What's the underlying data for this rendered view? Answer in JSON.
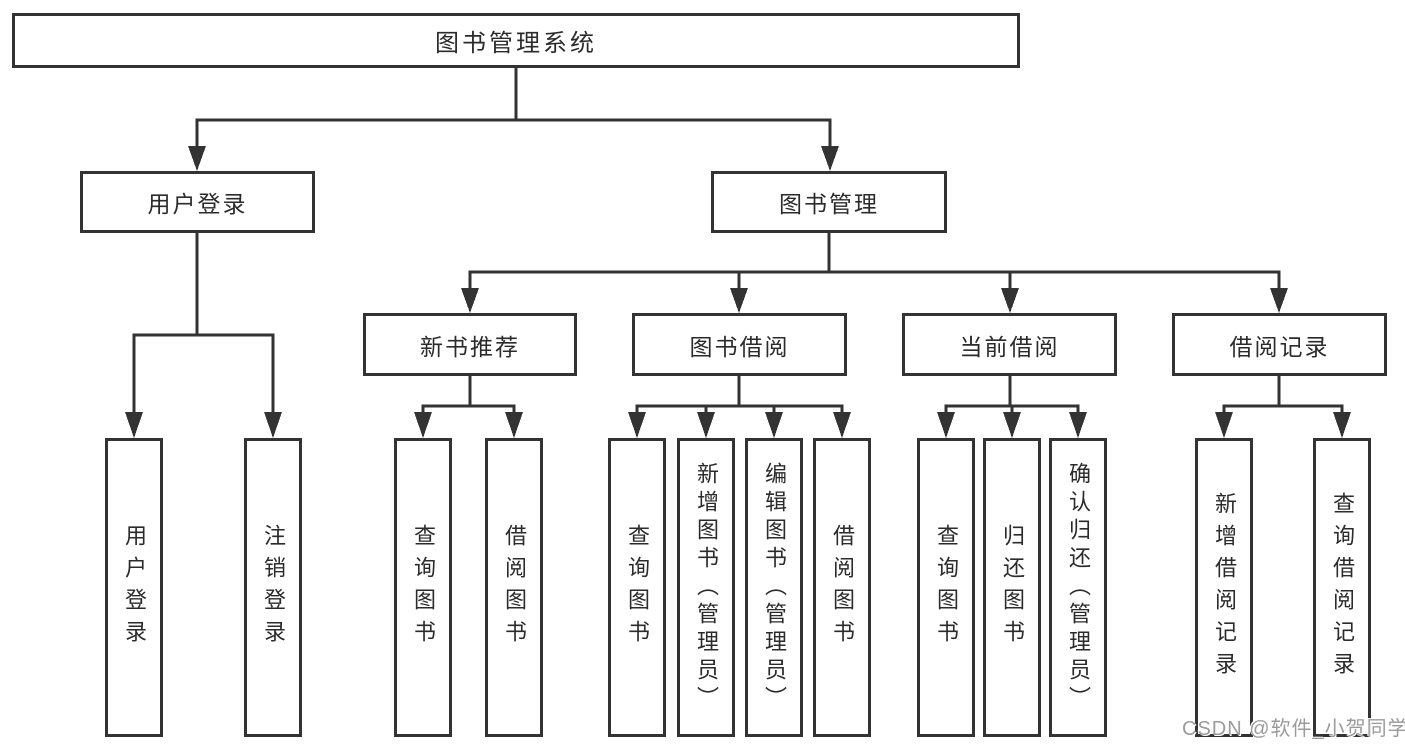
{
  "diagram": {
    "root": {
      "label": "图书管理系统"
    },
    "branches": [
      {
        "label": "用户登录",
        "children": [
          {
            "label": "用户登录"
          },
          {
            "label": "注销登录"
          }
        ]
      },
      {
        "label": "图书管理",
        "children": [
          {
            "label": "新书推荐",
            "children": [
              {
                "label": "查询图书"
              },
              {
                "label": "借阅图书"
              }
            ]
          },
          {
            "label": "图书借阅",
            "children": [
              {
                "label": "查询图书"
              },
              {
                "label": "新增图书（管理员）"
              },
              {
                "label": "编辑图书（管理员）"
              },
              {
                "label": "借阅图书"
              }
            ]
          },
          {
            "label": "当前借阅",
            "children": [
              {
                "label": "查询图书"
              },
              {
                "label": "归还图书"
              },
              {
                "label": "确认归还（管理员）"
              }
            ]
          },
          {
            "label": "借阅记录",
            "children": [
              {
                "label": "新增借阅记录"
              },
              {
                "label": "查询借阅记录"
              }
            ]
          }
        ]
      }
    ]
  },
  "watermark": {
    "text": "CSDN @软件_小贺同学"
  },
  "colors": {
    "line": "#333333",
    "box_border": "#333333",
    "text": "#2b2b2b",
    "background": "#ffffff",
    "watermark": "#9b9b9b"
  }
}
